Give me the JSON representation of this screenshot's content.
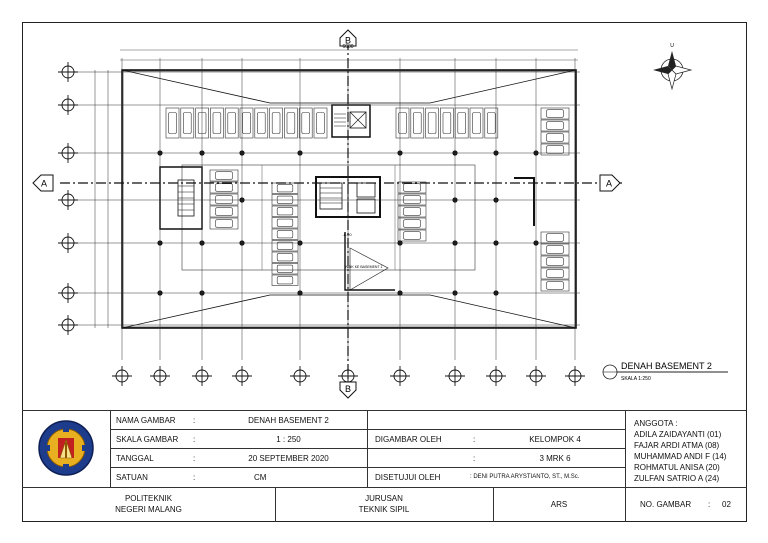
{
  "drawing": {
    "title": "DENAH BASEMENT 2",
    "scale_note": "SKALA 1:250",
    "section_marks": [
      "A",
      "A",
      "B",
      "B"
    ],
    "overall_dimension": "6000",
    "ramp_label": "NAIK\nKE BASEMENT 1",
    "level_label": "-8.00",
    "north_label": "U"
  },
  "titleblock": {
    "rows": [
      {
        "label": "NAMA GAMBAR",
        "sep": ":",
        "value": "DENAH BASEMENT 2"
      },
      {
        "label": "SKALA GAMBAR",
        "sep": ":",
        "value": "1 : 250"
      },
      {
        "label": "TANGGAL",
        "sep": ":",
        "value": "20 SEPTEMBER 2020"
      },
      {
        "label": "SATUAN",
        "sep": ":",
        "value": "CM"
      }
    ],
    "drawn_by_label": "DIGAMBAR OLEH",
    "drawn_by_sep": ":",
    "drawn_by_value": "KELOMPOK 4",
    "class_sep": ":",
    "class_value": "3 MRK 6",
    "approved_label": "DISETUJUI OLEH",
    "approved_value": ": DENI PUTRA ARYSTIANTO, ST., M.Sc.",
    "members_title": "ANGGOTA :",
    "members": [
      "ADILA ZAIDAYANTI (01)",
      "FAJAR ARDI ATMA (08)",
      "MUHAMMAD ANDI F (14)",
      "ROHMATUL ANISA (20)",
      "ZULFAN SATRIO A (24)"
    ],
    "institution_line1": "POLITEKNIK",
    "institution_line2": "NEGERI MALANG",
    "department_line1": "JURUSAN",
    "department_line2": "TEKNIK SIPIL",
    "code": "ARS",
    "sheet_no_label": "NO. GAMBAR",
    "sheet_no_sep": ":",
    "sheet_no_value": "02"
  }
}
